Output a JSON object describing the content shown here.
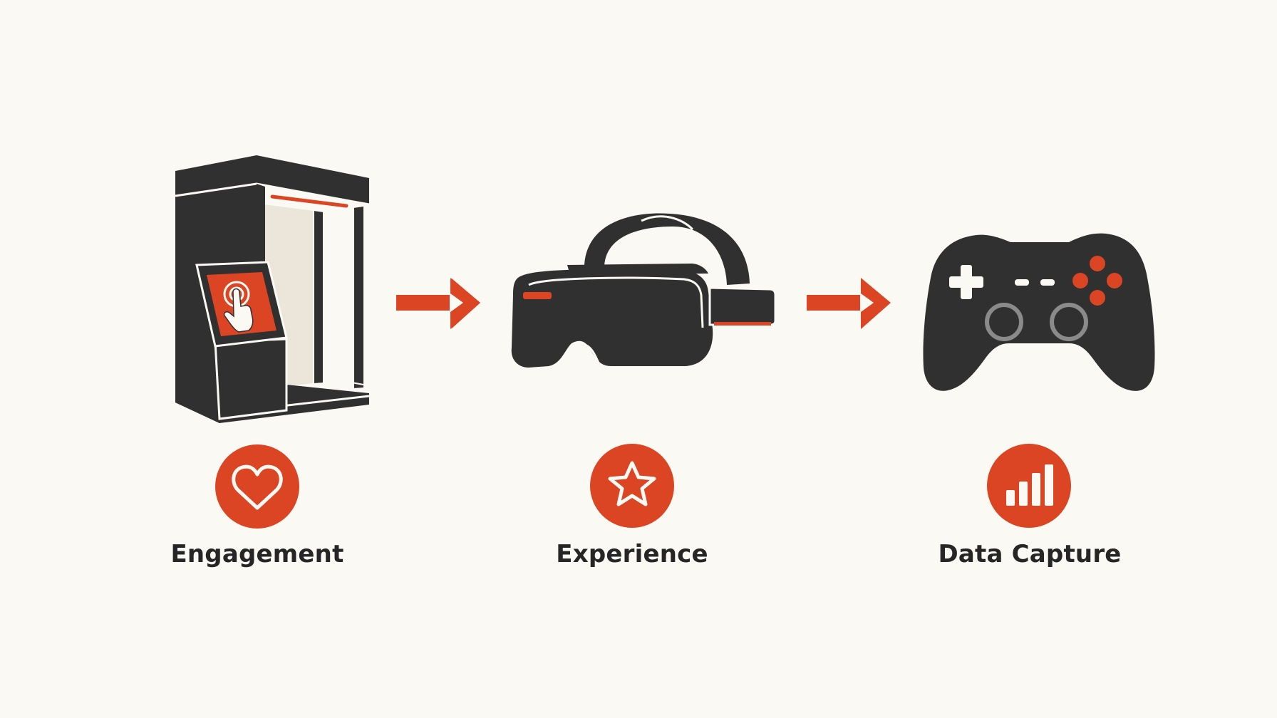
{
  "colors": {
    "background": "#fbf9f3",
    "accent": "#dc4524",
    "dark": "#303030",
    "text": "#262626",
    "panel": "#ece6da"
  },
  "steps": [
    {
      "label": "Engagement",
      "device_icon": "kiosk-booth-icon",
      "badge_icon": "heart-icon"
    },
    {
      "label": "Experience",
      "device_icon": "vr-headset-icon",
      "badge_icon": "star-icon"
    },
    {
      "label": "Data Capture",
      "device_icon": "gamepad-icon",
      "badge_icon": "bar-chart-icon"
    }
  ],
  "connectors": [
    "arrow-right-icon",
    "arrow-right-icon"
  ]
}
